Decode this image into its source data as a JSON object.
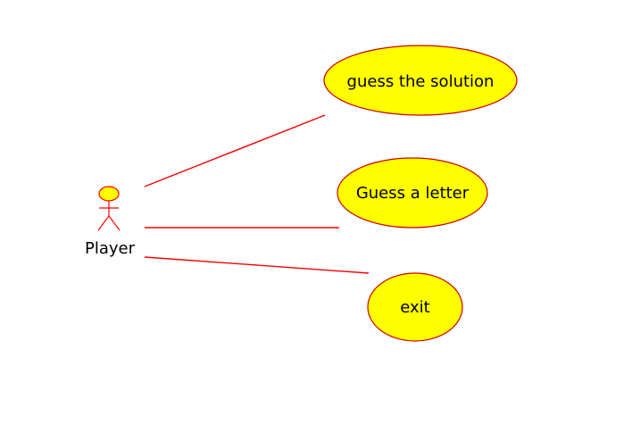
{
  "colors": {
    "line": "#ff0000",
    "usecase_fill": "#ffff00",
    "usecase_stroke": "#cc0000",
    "actor_fill": "#ffff00",
    "text": "#000000",
    "background": "#ffffff"
  },
  "diagram": {
    "type": "use-case",
    "actor": {
      "name": "Player"
    },
    "use_cases": [
      {
        "label": "guess the solution"
      },
      {
        "label": "Guess a letter"
      },
      {
        "label": "exit"
      }
    ],
    "associations": [
      {
        "from": "Player",
        "to": "guess the solution"
      },
      {
        "from": "Player",
        "to": "Guess a letter"
      },
      {
        "from": "Player",
        "to": "exit"
      }
    ]
  }
}
